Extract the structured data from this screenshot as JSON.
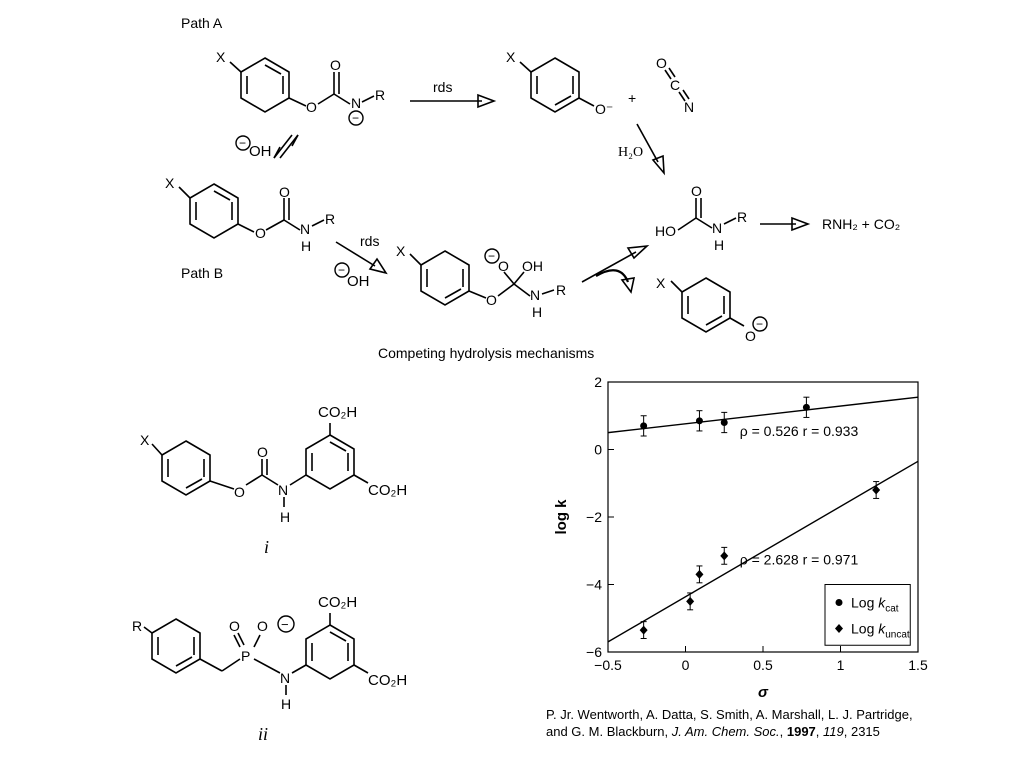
{
  "scheme": {
    "path_a_label": "Path A",
    "path_b_label": "Path B",
    "rds_a": "rds",
    "rds_b": "rds",
    "hydroxide_a": "OH",
    "hydroxide_b": "OH",
    "water": "H₂O",
    "plus": "+",
    "products": "RNH₂ + CO₂",
    "caption": "Competing hydrolysis mechanisms",
    "atom_x": "X",
    "atom_r": "R",
    "atom_o": "O",
    "atom_n": "N",
    "atom_h": "H",
    "atom_c": "C",
    "atom_oh": "OH",
    "atom_ho": "HO",
    "minus": "−",
    "o_minus": "O⁻"
  },
  "compounds": {
    "i_label": "i",
    "ii_label": "ii",
    "co2h": "CO₂H",
    "atom_p": "P",
    "atom_r": "R",
    "atom_x": "X"
  },
  "chart_data": {
    "type": "scatter",
    "xlabel": "σ",
    "ylabel": "log k",
    "xlim": [
      -0.5,
      1.5
    ],
    "ylim": [
      -6,
      2
    ],
    "x_ticks": [
      "−0.5",
      "0",
      "0.5",
      "1",
      "1.5"
    ],
    "y_ticks": [
      "2",
      "0",
      "−2",
      "−4",
      "−6"
    ],
    "x_tick_values": [
      -0.5,
      0,
      0.5,
      1,
      1.5
    ],
    "y_tick_values": [
      2,
      0,
      -2,
      -4,
      -6
    ],
    "legend_position": "bottom-right",
    "series": [
      {
        "name": "Log k_cat",
        "legend_main": "Log ",
        "legend_k": "k",
        "legend_sub": "cat",
        "marker": "circle",
        "x": [
          -0.27,
          0.09,
          0.25,
          0.78
        ],
        "y": [
          0.7,
          0.85,
          0.8,
          1.25
        ],
        "err": [
          0.3,
          0.3,
          0.3,
          0.3
        ],
        "fit": {
          "x": [
            -0.5,
            1.5
          ],
          "y": [
            0.5,
            1.55
          ]
        },
        "annotation": "ρ = 0.526   r = 0.933",
        "annotation_at": [
          0.35,
          0.4
        ]
      },
      {
        "name": "Log k_uncat",
        "legend_main": "Log ",
        "legend_k": "k",
        "legend_sub": "uncat",
        "marker": "diamond",
        "x": [
          -0.27,
          0.03,
          0.09,
          0.25,
          1.23
        ],
        "y": [
          -5.35,
          -4.5,
          -3.7,
          -3.15,
          -1.2
        ],
        "err": [
          0.25,
          0.25,
          0.25,
          0.25,
          0.25
        ],
        "fit": {
          "x": [
            -0.5,
            1.5
          ],
          "y": [
            -5.7,
            -0.35
          ]
        },
        "annotation": "ρ = 2.628   r = 0.971",
        "annotation_at": [
          0.35,
          -3.4
        ]
      }
    ]
  },
  "citation": {
    "line1": "P. Jr. Wentworth, A. Datta, S. Smith, A. Marshall, L. J. Partridge,",
    "line2_a": "and G. M. Blackburn, ",
    "journal": "J. Am. Chem. Soc.",
    "comma1": ", ",
    "year": "1997",
    "comma2": ", ",
    "volume": "119",
    "pages": ", 2315"
  }
}
